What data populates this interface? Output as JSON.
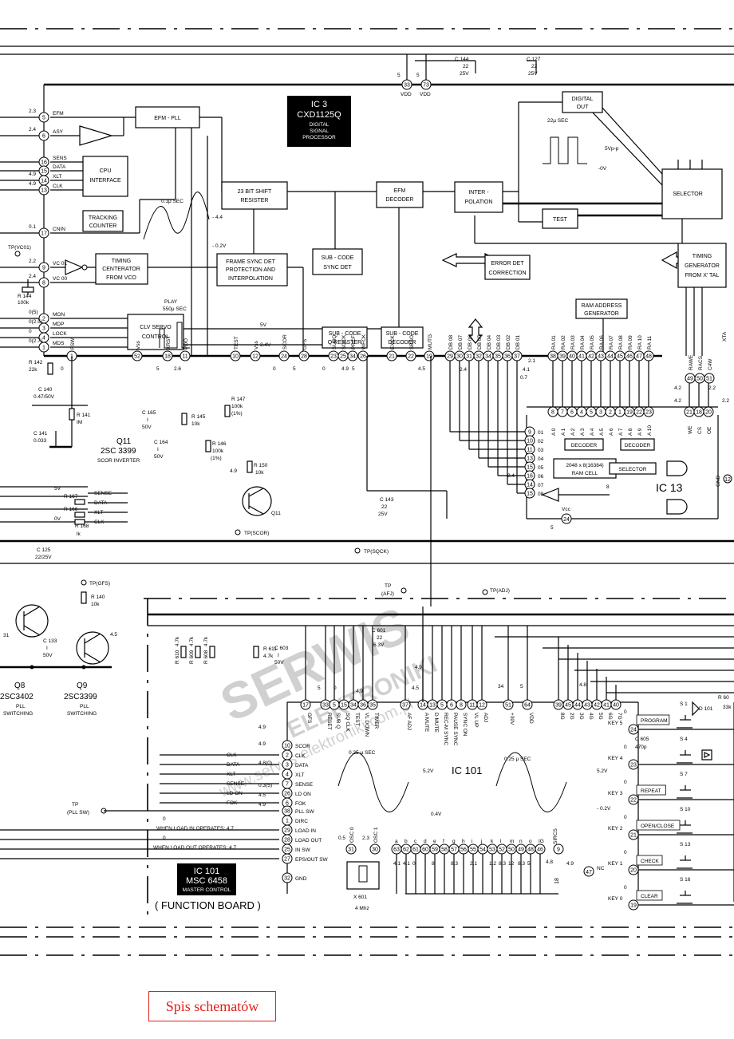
{
  "ic3": {
    "ref": "IC 3",
    "part": "CXD1125Q",
    "desc_line1": "DIGITAL",
    "desc_line2": "SIGNAL",
    "desc_line3": "PROCESSOR",
    "blocks": {
      "efm_pll": "EFM - PLL",
      "cpu_if_1": "CPU",
      "cpu_if_2": "INTERFACE",
      "tracking_1": "TRACKING",
      "tracking_2": "COUNTER",
      "timing_c_1": "TIMING",
      "timing_c_2": "CENTERATOR",
      "timing_c_3": "FROM  VCO",
      "shift_1": "23 BIT   SHIFT",
      "shift_2": "RESISTER",
      "efm_dec_1": "EFM",
      "efm_dec_2": "DECODER",
      "frame_1": "FRAME  SYNC  DET",
      "frame_2": "PROTECTION  AND",
      "frame_3": "INTERPOLATION",
      "subsync_1": "SUB - CODE",
      "subsync_2": "SYNC   DET",
      "clv_1": "CLV  SERVO",
      "clv_2": "CONTROL",
      "subq_1": "SUB - CODE",
      "subq_2": "Q  RESISTER",
      "subdec_1": "SUB - CODE",
      "subdec_2": "DECODER",
      "digout_1": "DIGITAL",
      "digout_2": "OUT",
      "interp_1": "INTER -",
      "interp_2": "POLATION",
      "test": "TEST",
      "selector": "SELECTOR",
      "errdet_1": "ERROR  DET",
      "errdet_2": "CORRECTION",
      "timing_g_1": "TIMING",
      "timing_g_2": "GENERATOR",
      "timing_g_3": "FROM  X' TAL",
      "ramaddr_1": "RAM  ADDRESS",
      "ramaddr_2": "GENERATOR"
    },
    "left_pins": [
      {
        "n": "5",
        "name": "EFM",
        "v": "2.3"
      },
      {
        "n": "6",
        "name": "ASY",
        "v": "2.4"
      },
      {
        "n": "16",
        "name": "SENS",
        "v": ""
      },
      {
        "n": "15",
        "name": "DATA",
        "v": ""
      },
      {
        "n": "14",
        "name": "XLT",
        "v": "4.9"
      },
      {
        "n": "13",
        "name": "CLK",
        "v": "4.9"
      },
      {
        "n": "17",
        "name": "CNIN",
        "v": "0.1"
      },
      {
        "n": "9",
        "name": "VC 01",
        "v": "2.2"
      },
      {
        "n": "8",
        "name": "VC 00",
        "v": "2.4"
      },
      {
        "n": "2",
        "name": "MON",
        "v": "0(5)"
      },
      {
        "n": "3",
        "name": "MDP",
        "v": "0(2.5)"
      },
      {
        "n": "4",
        "name": "LOCK",
        "v": "0"
      },
      {
        "n": "1",
        "name": "MDS",
        "v": "0(2.7)"
      }
    ],
    "bottom_pins": [
      {
        "n": "1",
        "name": "FSW",
        "v": "0"
      },
      {
        "n": "52",
        "name": "Vss",
        "v": ""
      },
      {
        "n": "18",
        "name": "XRST",
        "v": "5"
      },
      {
        "n": "11",
        "name": "PDO",
        "v": "2.6"
      },
      {
        "n": "10",
        "name": "TEST",
        "v": ""
      },
      {
        "n": "12",
        "name": "Vss",
        "v": ""
      },
      {
        "n": "24",
        "name": "SCOR",
        "v": "0"
      },
      {
        "n": "28",
        "name": "GFS",
        "v": "5"
      },
      {
        "n": "23",
        "name": "SUBQ",
        "v": "0"
      },
      {
        "n": "25",
        "name": "SQCK",
        "v": ""
      },
      {
        "n": "34",
        "name": "PRCF",
        "v": "4.9"
      },
      {
        "n": "26",
        "name": "WFCK",
        "v": "5"
      },
      {
        "n": "21",
        "name": "EXCK",
        "v": ""
      },
      {
        "n": "22",
        "name": "SBSO",
        "v": ""
      },
      {
        "n": "19",
        "name": "MUTG",
        "v": "4.5"
      }
    ],
    "db_pins": [
      {
        "n": "29",
        "name": "DB 08"
      },
      {
        "n": "30",
        "name": "DB 07"
      },
      {
        "n": "31",
        "name": "DB 06"
      },
      {
        "n": "32",
        "name": "DB 05"
      },
      {
        "n": "34",
        "name": "DB 04"
      },
      {
        "n": "35",
        "name": "DB 03"
      },
      {
        "n": "36",
        "name": "DB 02"
      },
      {
        "n": "37",
        "name": "DB 01"
      }
    ],
    "ra_pins": [
      {
        "n": "38",
        "name": "RA 01"
      },
      {
        "n": "39",
        "name": "RA 02"
      },
      {
        "n": "40",
        "name": "RA 03"
      },
      {
        "n": "41",
        "name": "RA 04"
      },
      {
        "n": "42",
        "name": "RA 05"
      },
      {
        "n": "43",
        "name": "RA 06"
      },
      {
        "n": "44",
        "name": "RA 07"
      },
      {
        "n": "45",
        "name": "RA 08"
      },
      {
        "n": "46",
        "name": "RA 09"
      },
      {
        "n": "47",
        "name": "RA 10"
      },
      {
        "n": "48",
        "name": "RA 11"
      }
    ],
    "ctl_pins": [
      {
        "n": "49",
        "name": "RAWE"
      },
      {
        "n": "50",
        "name": "RACS"
      },
      {
        "n": "51",
        "name": "C4W"
      }
    ],
    "top_pins": [
      {
        "n": "33",
        "name": "VDD",
        "v": "5"
      },
      {
        "n": "73",
        "name": "VDD",
        "v": "5"
      }
    ],
    "xtal_label": "XTA"
  },
  "ic13": {
    "ref": "IC 13",
    "ram": "2048 x 8(16384)",
    "ram2": "RAM  CELL",
    "decoder": "DECODER",
    "selector": "SELECTOR",
    "vcc": "Vcc",
    "gnd": "GND",
    "gnd_pin": "12",
    "vcc_pin": "24",
    "vcc_v": "5",
    "data_pins": [
      {
        "n": "9",
        "name": "01"
      },
      {
        "n": "10",
        "name": "02"
      },
      {
        "n": "11",
        "name": "03"
      },
      {
        "n": "13",
        "name": "04"
      },
      {
        "n": "15",
        "name": "05"
      },
      {
        "n": "16",
        "name": "06"
      },
      {
        "n": "14",
        "name": "07"
      },
      {
        "n": "15",
        "name": "08"
      }
    ],
    "addr_pins": [
      {
        "n": "8",
        "name": "A 0"
      },
      {
        "n": "7",
        "name": "A 1"
      },
      {
        "n": "6",
        "name": "A 2"
      },
      {
        "n": "4",
        "name": "A 3"
      },
      {
        "n": "5",
        "name": "A 4"
      },
      {
        "n": "3",
        "name": "A 5"
      },
      {
        "n": "2",
        "name": "A 6"
      },
      {
        "n": "1",
        "name": "A 7"
      },
      {
        "n": "19",
        "name": "A 8"
      },
      {
        "n": "22",
        "name": "A 9"
      },
      {
        "n": "23",
        "name": "A 10"
      }
    ],
    "ctl_pins": [
      {
        "n": "21",
        "name": "WE"
      },
      {
        "n": "18",
        "name": "CS"
      },
      {
        "n": "20",
        "name": "OE"
      }
    ],
    "volts": [
      "2.1",
      "4.1",
      "0.7",
      "2.4",
      "2.4",
      "4.2",
      "4.2",
      "2.2",
      "2.2"
    ],
    "bus_width": "8"
  },
  "ic101": {
    "ref": "IC 101",
    "part": "MSC 6458",
    "desc": "MASTER  CONTROL",
    "title": "IC 101",
    "board": "( FUNCTION BOARD )",
    "left_pins": [
      {
        "n": "10",
        "name": "SCOR"
      },
      {
        "n": "2",
        "name": "CLK"
      },
      {
        "n": "3",
        "name": "DATA"
      },
      {
        "n": "4",
        "name": "XLT"
      },
      {
        "n": "7",
        "name": "SENSE"
      },
      {
        "n": "26",
        "name": "LD ON"
      },
      {
        "n": "6",
        "name": "FOK"
      },
      {
        "n": "38",
        "name": "PLL SW"
      },
      {
        "n": "1",
        "name": "DIRC"
      },
      {
        "n": "29",
        "name": "LOAD IN"
      },
      {
        "n": "28",
        "name": "LOAD OUT"
      },
      {
        "n": "25",
        "name": "IN SW"
      },
      {
        "n": "27",
        "name": "EPS/OUT SW"
      },
      {
        "n": "32",
        "name": "GND"
      }
    ],
    "left_volts": [
      "4.9",
      "4.9",
      "4.8(0)",
      "0.3(5)",
      "4.5",
      "4.9"
    ],
    "top_pins": [
      {
        "n": "17",
        "name": "GFS"
      },
      {
        "n": "33",
        "name": "RESET"
      },
      {
        "n": "5",
        "name": "SUB Q"
      },
      {
        "n": "15",
        "name": "SQ CLK"
      },
      {
        "n": "34",
        "name": "TEST"
      },
      {
        "n": "36",
        "name": "VL DOWN"
      },
      {
        "n": "35",
        "name": "TIMER"
      },
      {
        "n": "37",
        "name": "AF ADJ"
      },
      {
        "n": "14",
        "name": "A MUTE"
      },
      {
        "n": "13",
        "name": "D MUTE"
      },
      {
        "n": "5",
        "name": "REC-M SYNC"
      },
      {
        "n": "6",
        "name": "PAUSE SYNC"
      },
      {
        "n": "8",
        "name": "SYNC ON"
      },
      {
        "n": "11",
        "name": "VL UP"
      },
      {
        "n": "12",
        "name": "ADJ"
      },
      {
        "n": "51",
        "name": "+30V"
      },
      {
        "n": "64",
        "name": "VDD"
      }
    ],
    "top_volts": [
      "5",
      "0",
      "4.9",
      "4.9",
      "4.5",
      "34",
      "5"
    ],
    "grid_pins": [
      {
        "n": "39",
        "name": "8G"
      },
      {
        "n": "45",
        "name": "2G"
      },
      {
        "n": "44",
        "name": "3G"
      },
      {
        "n": "43",
        "name": "4G"
      },
      {
        "n": "42",
        "name": "5G"
      },
      {
        "n": "41",
        "name": "6G"
      },
      {
        "n": "40",
        "name": "7G"
      }
    ],
    "grid_volt": "4.8",
    "seg_pins": [
      {
        "n": "63",
        "name": "a",
        "v": "4.1"
      },
      {
        "n": "62",
        "name": "b",
        "v": "4.1"
      },
      {
        "n": "61",
        "name": "c",
        "v": "0"
      },
      {
        "n": "60",
        "name": "d",
        "v": ""
      },
      {
        "n": "59",
        "name": "e",
        "v": "8"
      },
      {
        "n": "58",
        "name": "f",
        "v": ""
      },
      {
        "n": "57",
        "name": "g",
        "v": "8.3"
      },
      {
        "n": "56",
        "name": "h",
        "v": ""
      },
      {
        "n": "55",
        "name": "i",
        "v": "2.1"
      },
      {
        "n": "54",
        "name": "j",
        "v": ""
      },
      {
        "n": "53",
        "name": "k",
        "v": "1.2"
      },
      {
        "n": "52",
        "name": "l",
        "v": "8.3"
      },
      {
        "n": "50",
        "name": "m",
        "v": "12"
      },
      {
        "n": "49",
        "name": "n",
        "v": "8.3"
      },
      {
        "n": "48",
        "name": "o",
        "v": "5"
      },
      {
        "n": "46",
        "name": "IG",
        "v": ""
      }
    ],
    "osc_pins": [
      {
        "n": "31",
        "name": "OSC 0",
        "v": "0.5"
      },
      {
        "n": "30",
        "name": "OSC 1",
        "v": "2.3"
      }
    ],
    "sircs": {
      "n": "9",
      "name": "SIRCS",
      "v": "4.9"
    },
    "pin18": "18",
    "pin47": "47",
    "nc": "NC",
    "key_pins": [
      {
        "n": "24",
        "name": "KEY 5",
        "v": "0"
      },
      {
        "n": "23",
        "name": "KEY 4",
        "v": "0"
      },
      {
        "n": "22",
        "name": "KEY 3",
        "v": "0"
      },
      {
        "n": "21",
        "name": "KEY 2",
        "v": "0"
      },
      {
        "n": "20",
        "name": "KEY 1",
        "v": "0"
      },
      {
        "n": "19",
        "name": "KEY 0",
        "v": "0"
      }
    ],
    "x601": "X 601",
    "x601_freq": "4 Mhz",
    "v48": "4.8"
  },
  "switches": [
    {
      "ref": "S 1",
      "label": "PROGRAM"
    },
    {
      "ref": "S 4",
      "label": ""
    },
    {
      "ref": "S 7",
      "label": "REPEAT"
    },
    {
      "ref": "S 10",
      "label": "OPEN/CLOSE"
    },
    {
      "ref": "S 13",
      "label": "CHECK"
    },
    {
      "ref": "S 16",
      "label": "CLEAR"
    }
  ],
  "components": {
    "c144": "C 144",
    "c144_v": "22",
    "c144_r": "25V",
    "c127": "C 127",
    "c127_v": "22",
    "c127_r": "25V",
    "r144": "R 144",
    "r144_v": "100k",
    "r142": "R 142",
    "r142_v": "22k",
    "c140": "C 140",
    "c140_v": "0.47/50V",
    "r141": "R 141",
    "r141_v": "IM",
    "c141": "C 141",
    "c141_v": "0.033",
    "q11": "Q11",
    "q11_part": "2SC 3399",
    "q11_desc": "SCOR INVERTER",
    "c165": "C 165",
    "c165_v": "I",
    "c165_r": "50V",
    "c164": "C 164",
    "c164_v": "I",
    "c164_r": "50V",
    "r145": "R 145",
    "r145_v": "10k",
    "r147": "R 147",
    "r147_v": "100k",
    "r147_t": "(1%)",
    "r146": "R 146",
    "r146_v": "100k",
    "r146_t": "(1%)",
    "r150": "R 150",
    "r150_v": "10k",
    "r150_vv": "4.9",
    "c143": "C 143",
    "c143_v": "22",
    "c143_r": "25V",
    "r167": "R 167",
    "r167_v": "lk",
    "r166": "R 166",
    "r166_v": "lk",
    "r168": "R 168",
    "r168_v": "lk",
    "c125": "C 125",
    "c125_v": "22/25V",
    "r140": "R 140",
    "r140_v": "10k",
    "c133": "C 133",
    "c133_v": "I",
    "c133_r": "50V",
    "q8": "Q8",
    "q8_part": "2SC3402",
    "q8_d1": "PLL",
    "q8_d2": "SWITCHING",
    "q9": "Q9",
    "q9_part": "2SC3399",
    "q9_d1": "PLL",
    "q9_d2": "SWITCHING",
    "q9_v": "4.5",
    "r610": "R 610",
    "r609": "R 609",
    "r608": "R 608",
    "r6xx_v": "4.7k",
    "r611": "R 611",
    "r611_v": "4.7k",
    "c601": "C 601",
    "c601_v": "22",
    "c601_r": "6.3V",
    "c603": "C 603",
    "c603_v": "I",
    "c603_r": "50V",
    "c605": "C 605",
    "c605_v": "470p",
    "d101": "D 101",
    "r60x": "R 60",
    "r60x_v": "33k",
    "tp_vco1": "TP(VC01)",
    "tp_scor": "TP(SCOR)",
    "tp_sqck": "TP(SQCK)",
    "tp_gfs": "TP(GFS)",
    "tp_afj": "TP",
    "tp_afj2": "(AFJ)",
    "tp_adj": "TP(ADJ)",
    "tp_pll1": "TP",
    "tp_pll2": "(PLL  SW)"
  },
  "connectors": {
    "sense": "SENSE",
    "data": "DATA",
    "xlt": "XLT",
    "clk": "CLK",
    "v5": "5V",
    "v0": "0V",
    "f_clk": "CLK",
    "f_data": "DATA",
    "f_xlt": "XLT",
    "f_sense": "SENSE",
    "f_ldon": "LD ON",
    "f_fok": "FOK"
  },
  "notes": {
    "load_in": "WHEN LOAD IN OPERATES: 4.7",
    "load_out": "WHEN LOAD OUT OPERATES: 4.7",
    "zero": "0",
    "play": "PLAY",
    "play_t": "550μ   SEC",
    "v_pos": "5V",
    "v_24": "2.4V",
    "t_01": "0.1μ SEC",
    "v_m44": "- 4.4",
    "v_m02": "- 0.2V",
    "t_22": "22μ SEC",
    "vpp": "5Vp-p",
    "v_0v": "-0V",
    "t_025a": "0.25 μ SEC",
    "t_025b": "0.25 μ SEC",
    "v_52a": "5.2V",
    "v_04a": "0.4V",
    "v_52b": "5.2V",
    "v_02b": "- 0.2V",
    "v_33": "31"
  },
  "watermark": {
    "line1": "SERWIS",
    "line2": "ELEKTRONIKI",
    "line3": "www.serwis-elektroniki.com.pl"
  },
  "footer": {
    "link": "Spis schematów"
  }
}
